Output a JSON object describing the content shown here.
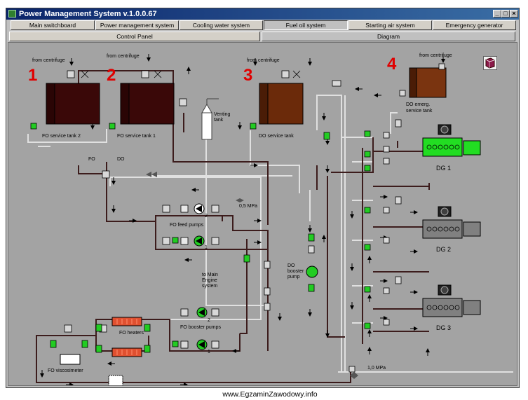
{
  "window": {
    "title": "Power Management System  v.1.0.0.67",
    "minimize_glyph": "_",
    "maximize_glyph": "□",
    "close_glyph": "×"
  },
  "tabs": [
    {
      "label": "Main switchboard"
    },
    {
      "label": "Power management system"
    },
    {
      "label": "Cooling water system"
    },
    {
      "label": "Fuel oil system"
    },
    {
      "label": "Starting air system"
    },
    {
      "label": "Emergency generator"
    }
  ],
  "active_tab": "Fuel oil system",
  "subtabs": [
    {
      "label": "Control Panel"
    },
    {
      "label": "Diagram"
    }
  ],
  "active_subtab": "Diagram",
  "diagram": {
    "markers": [
      "1",
      "2",
      "3",
      "4"
    ],
    "tanks": {
      "fo_service_tank_2": "FO service tank 2",
      "fo_service_tank_1": "FO service tank 1",
      "do_service_tank": "DO service tank",
      "do_emerg_tank_line1": "DO emerg.",
      "do_emerg_tank_line2": "service tank",
      "venting_line1": "Venting",
      "venting_line2": "tank"
    },
    "labels": {
      "from_centrifuge": "from centrifuge",
      "fo": "FO",
      "do": "DO",
      "pressure_05": "0,5 MPa",
      "pressure_10": "1,0 MPa",
      "fo_feed_pumps": "FO feed pumps",
      "fo_booster_pumps": "FO booster pumps",
      "fo_heaters": "FO heaters",
      "fo_viscosimeter": "FO viscosimeter",
      "to_main_line1": "to Main",
      "to_main_line2": "Engine",
      "to_main_line3": "system",
      "do_booster_line1": "DO",
      "do_booster_line2": "booster",
      "do_booster_line3": "pump",
      "pump_no_1": "1",
      "pump_no_2": "2"
    },
    "generators": [
      {
        "name": "DG 1",
        "state": "running",
        "color": "#22dd22"
      },
      {
        "name": "DG 2",
        "state": "stopped",
        "color": "#808080"
      },
      {
        "name": "DG 3",
        "state": "stopped",
        "color": "#808080"
      }
    ]
  },
  "colors": {
    "panel_bg": "#a3a3a3",
    "fo_tank": "#3a0808",
    "do_tank": "#6b2a0a",
    "pipe_fo": "#3c1c1c",
    "pipe_light": "#dcdcdc",
    "valve_open": "#22cc22",
    "marker_red": "#e00000",
    "heater": "#e05030"
  },
  "footer": {
    "watermark": "www.EgzaminZawodowy.info"
  }
}
